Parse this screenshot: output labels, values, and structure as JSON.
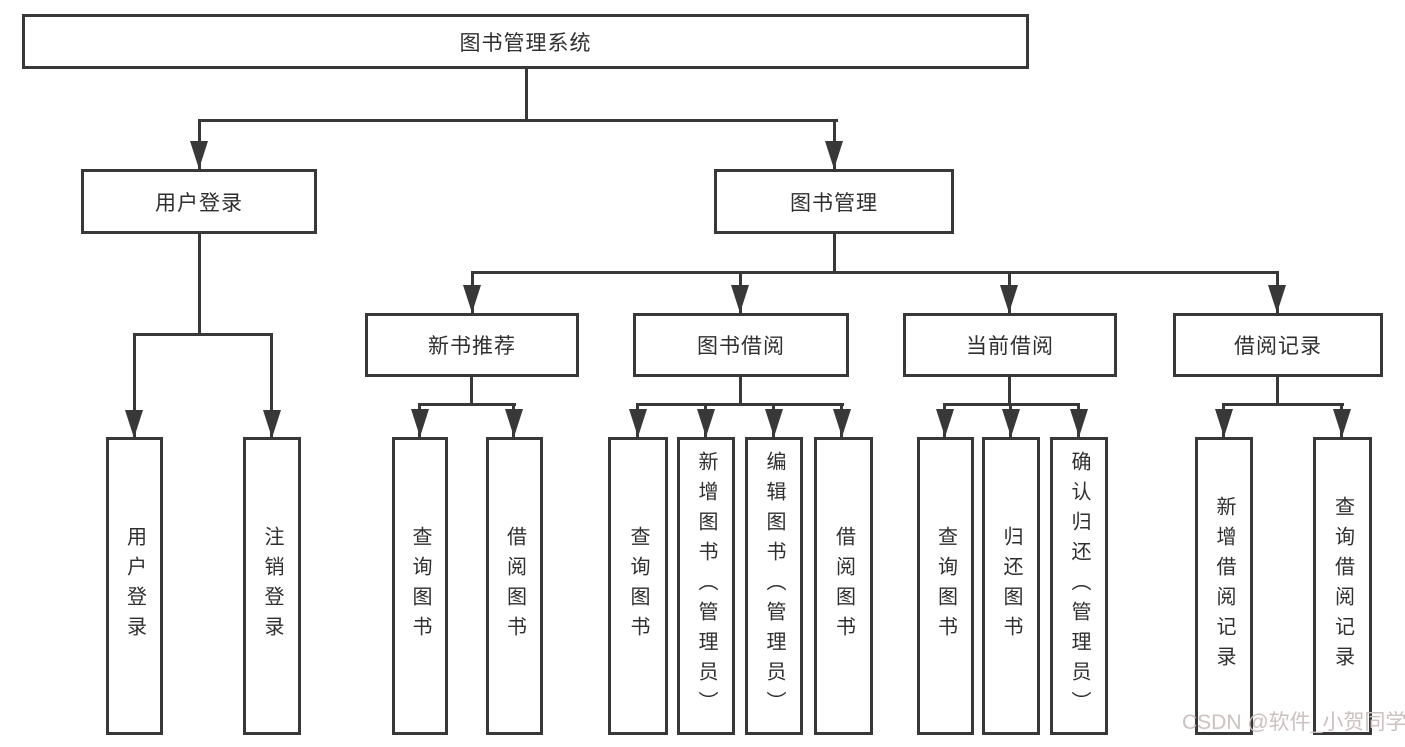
{
  "nodes": {
    "root": {
      "label": "图书管理系统"
    },
    "user_login": {
      "label": "用户登录",
      "children": [
        {
          "label": "用户登录"
        },
        {
          "label": "注销登录"
        }
      ]
    },
    "book_mgmt": {
      "label": "图书管理"
    },
    "new_book_rec": {
      "label": "新书推荐",
      "children": [
        {
          "label": "查询图书"
        },
        {
          "label": "借阅图书"
        }
      ]
    },
    "book_borrow": {
      "label": "图书借阅",
      "children": [
        {
          "label": "查询图书"
        },
        {
          "label": "新增图书（管理员）"
        },
        {
          "label": "编辑图书（管理员）"
        },
        {
          "label": "借阅图书"
        }
      ]
    },
    "current_borrow": {
      "label": "当前借阅",
      "children": [
        {
          "label": "查询图书"
        },
        {
          "label": "归还图书"
        },
        {
          "label": "确认归还（管理员）"
        }
      ]
    },
    "borrow_records": {
      "label": "借阅记录",
      "children": [
        {
          "label": "新增借阅记录"
        },
        {
          "label": "查询借阅记录"
        }
      ]
    }
  },
  "watermark": {
    "text": "CSDN @软件_小贺同学"
  },
  "colors": {
    "line": "#383838",
    "text": "#2f2f2f",
    "background": "#ffffff",
    "watermark": "#ccc0c0"
  }
}
